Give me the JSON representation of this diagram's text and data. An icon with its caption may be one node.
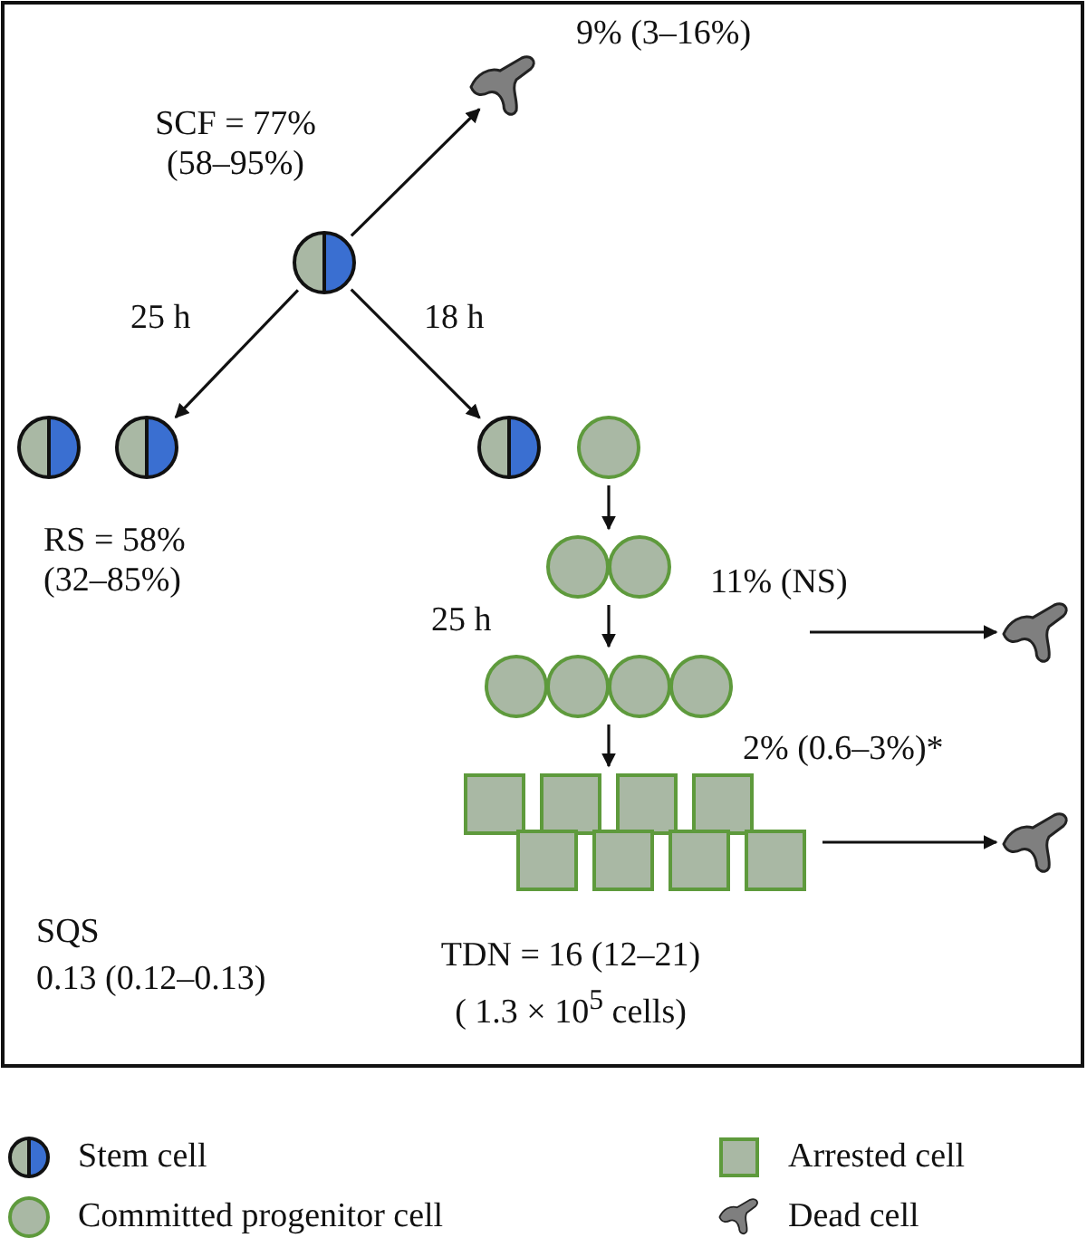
{
  "diagram": {
    "nodes": [
      {
        "text": [],
        "shape": "circle"
      },
      {
        "text": [],
        "shape": "blob",
        "beside": [
          "9% (3–16%)"
        ]
      },
      {
        "text": [],
        "shape": "circle",
        "beside": [
          "RS = 58% (32–85%)"
        ]
      },
      {
        "text": [],
        "shape": "circle"
      },
      {
        "text": [],
        "shape": "circle"
      },
      {
        "text": [],
        "shape": "circle"
      },
      {
        "text": [],
        "shape": "box",
        "beside": [
          "TDN = 16 (12–21)",
          "( 1.3 × 10$^{5}$ cells)"
        ]
      },
      {
        "text": [],
        "shape": "blob"
      },
      {
        "text": [],
        "shape": "blob"
      }
    ],
    "edges": [
      {
        "from": 0,
        "to": 1,
        "arrow": "to"
      },
      {
        "from": 0,
        "to": 2,
        "arrow": "to"
      },
      {
        "from": 0,
        "to": 3,
        "arrow": "to"
      },
      {
        "from": 3,
        "to": 4,
        "arrow": "to"
      },
      {
        "from": 4,
        "to": 5,
        "arrow": "to"
      },
      {
        "from": 5,
        "to": 6,
        "arrow": "to"
      },
      {
        "from": null,
        "to": 7,
        "arrow": "to"
      },
      {
        "from": 6,
        "to": 8,
        "arrow": "to"
      }
    ],
    "labels": [
      "SCF = 77% (58–95%)",
      "25 h",
      "18 h",
      "25 h",
      "11% (NS)",
      "2% (0.6–3%)*",
      "SQS",
      "0.13 (0.12–0.13)"
    ],
    "legend": [
      {
        "text": "Stem cell"
      },
      {
        "text": "Arrested cell"
      },
      {
        "text": "Committed progenitor cell"
      },
      {
        "text": "Dead cell"
      }
    ]
  }
}
